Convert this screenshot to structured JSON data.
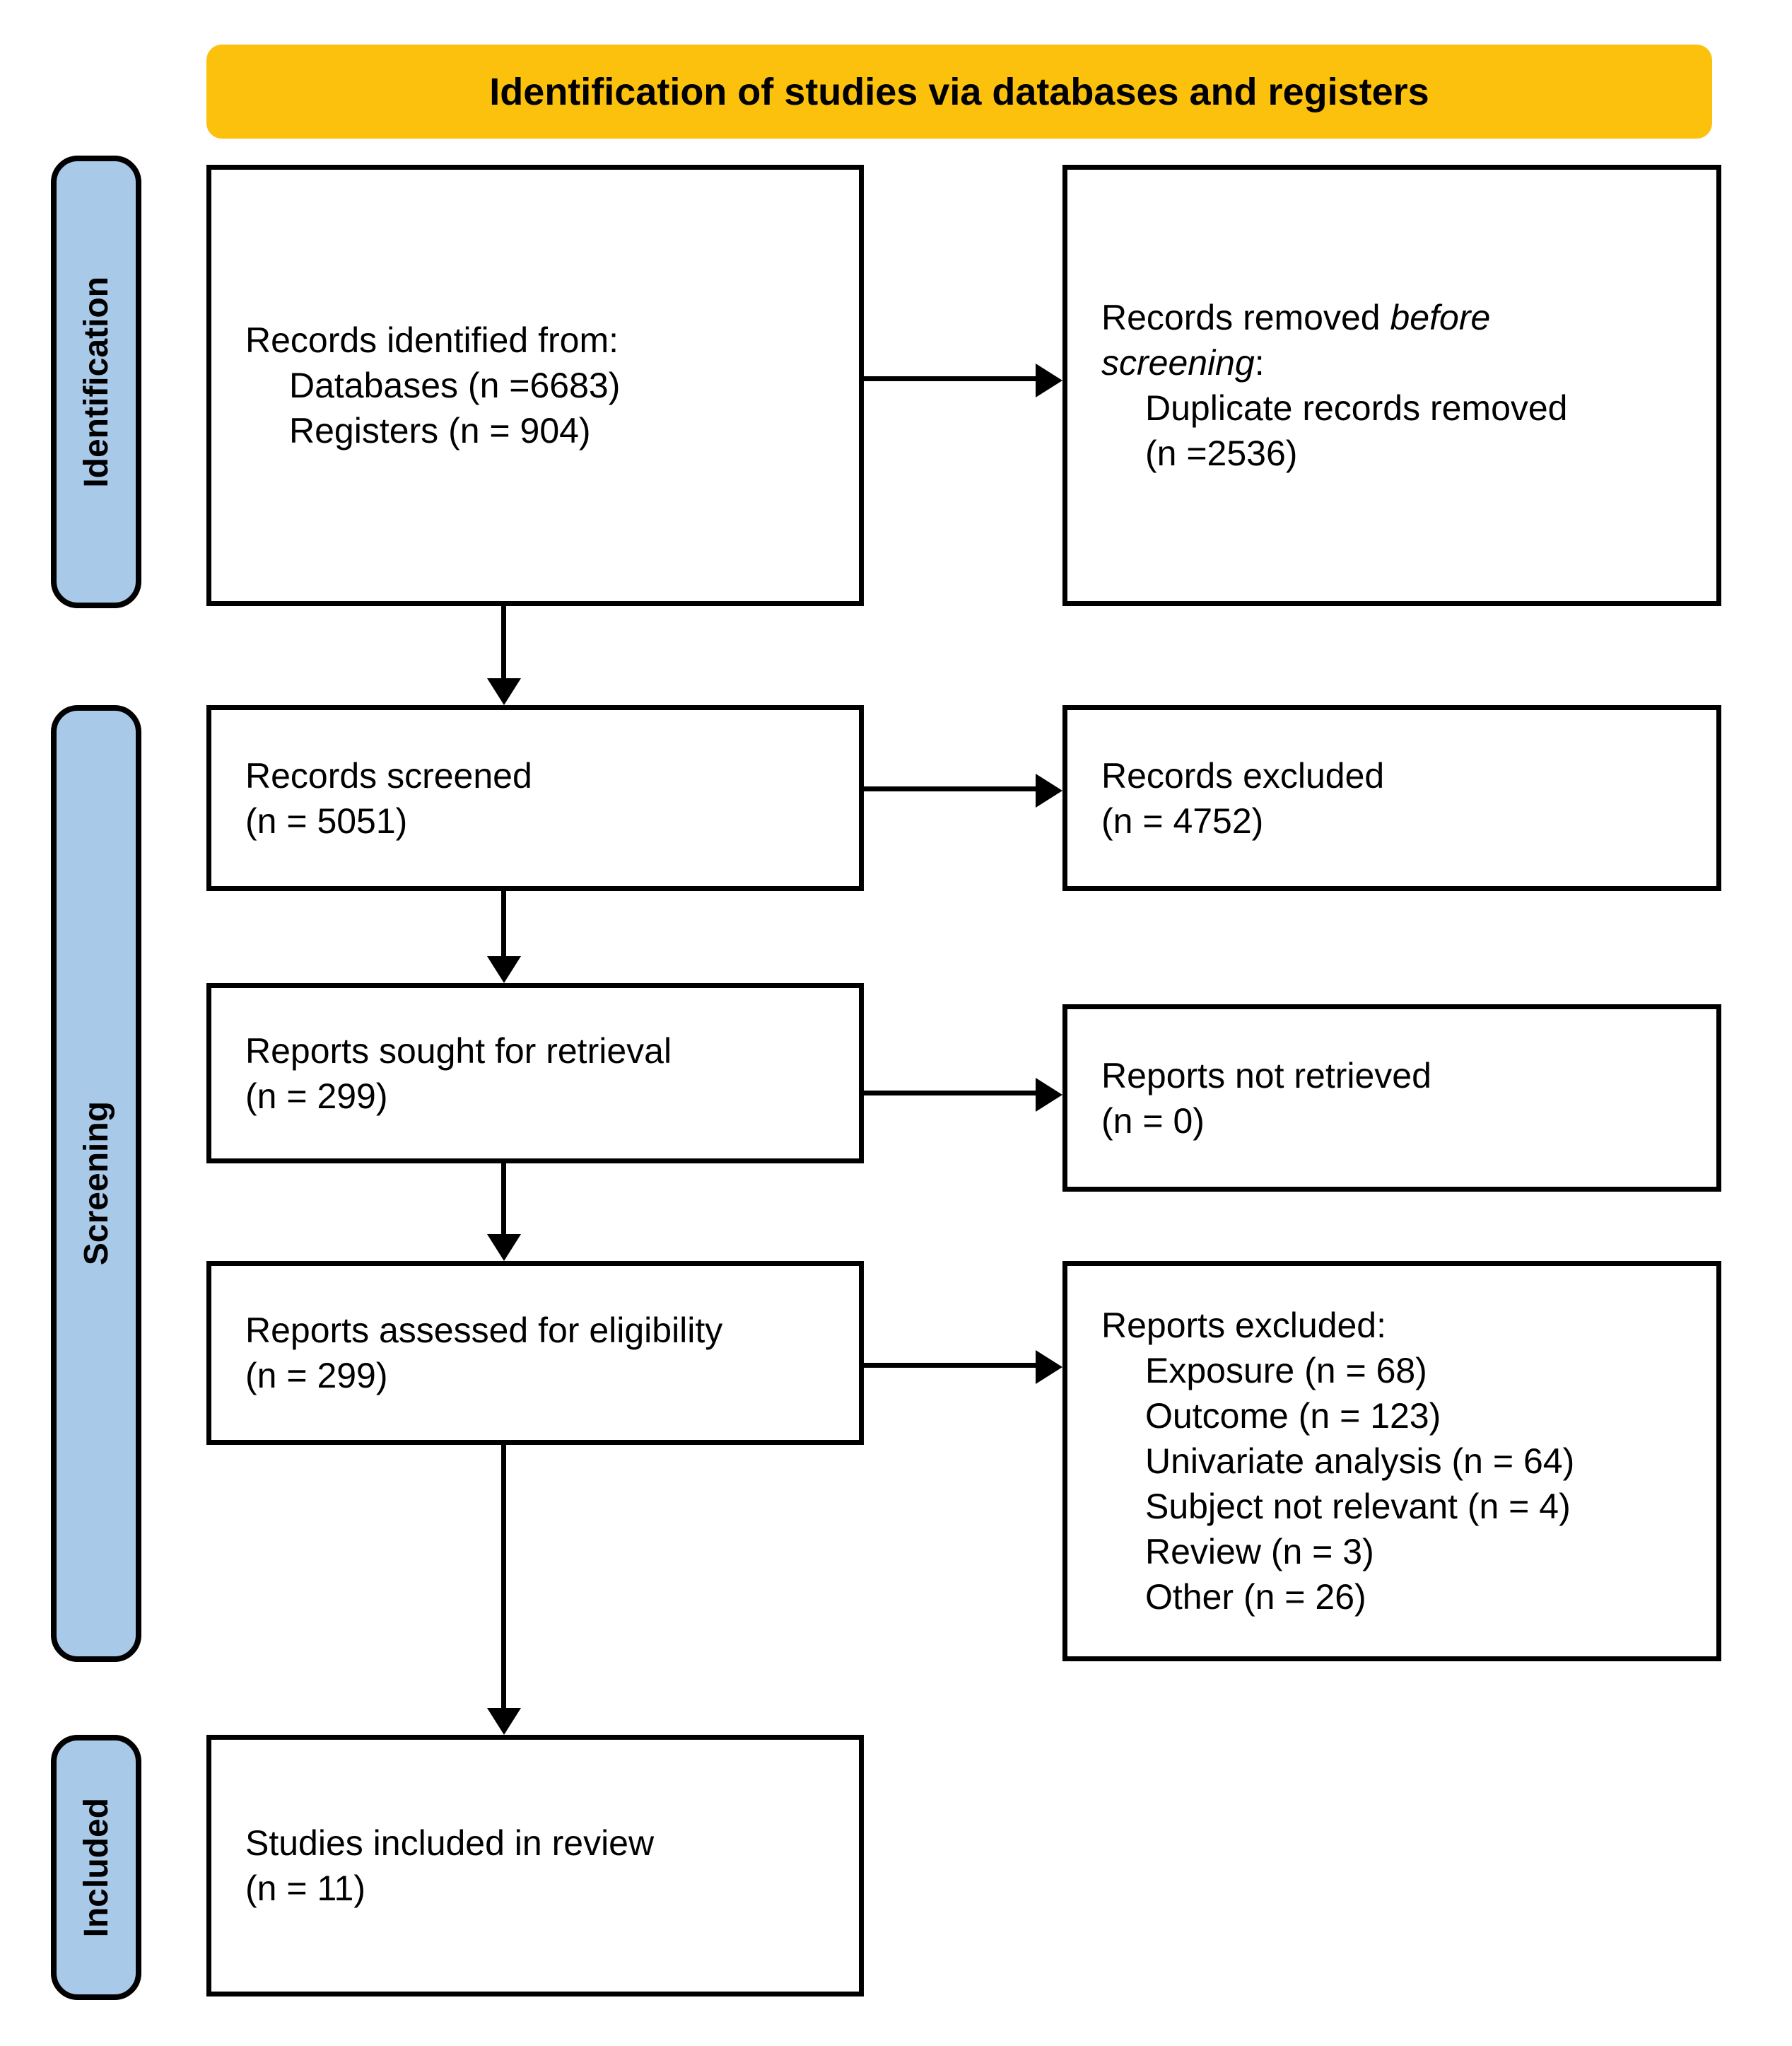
{
  "banner": {
    "title": "Identification of studies via databases and registers"
  },
  "colors": {
    "banner_bg": "#FCC10D",
    "stage_bg": "#A9C9E8",
    "box_bg": "#FFFFFF",
    "border": "#000000",
    "text": "#000000"
  },
  "stages": {
    "identification": "Identification",
    "screening": "Screening",
    "included": "Included"
  },
  "boxes": {
    "records_identified": {
      "line1": "Records identified from:",
      "line2": "Databases (n =6683)",
      "line3": "Registers (n = 904)"
    },
    "records_removed": {
      "line1_prefix": "Records removed ",
      "line1_italic": "before",
      "line2_italic": "screening",
      "line2_suffix": ":",
      "line3": "Duplicate records removed",
      "line4": "(n =2536)"
    },
    "records_screened": {
      "line1": "Records screened",
      "line2": "(n = 5051)"
    },
    "records_excluded": {
      "line1": "Records excluded",
      "line2": "(n = 4752)"
    },
    "reports_sought": {
      "line1": "Reports sought for retrieval",
      "line2": "(n = 299)"
    },
    "reports_not_retrieved": {
      "line1": "Reports not retrieved",
      "line2": "(n = 0)"
    },
    "reports_assessed": {
      "line1": "Reports assessed for eligibility",
      "line2": "(n = 299)"
    },
    "reports_excluded": {
      "header": "Reports excluded:",
      "items": [
        "Exposure (n = 68)",
        "Outcome (n = 123)",
        "Univariate analysis (n = 64)",
        "Subject not relevant (n = 4)",
        "Review (n = 3)",
        "Other (n = 26)"
      ]
    },
    "studies_included": {
      "line1": "Studies included in review",
      "line2": "(n = 11)"
    }
  }
}
